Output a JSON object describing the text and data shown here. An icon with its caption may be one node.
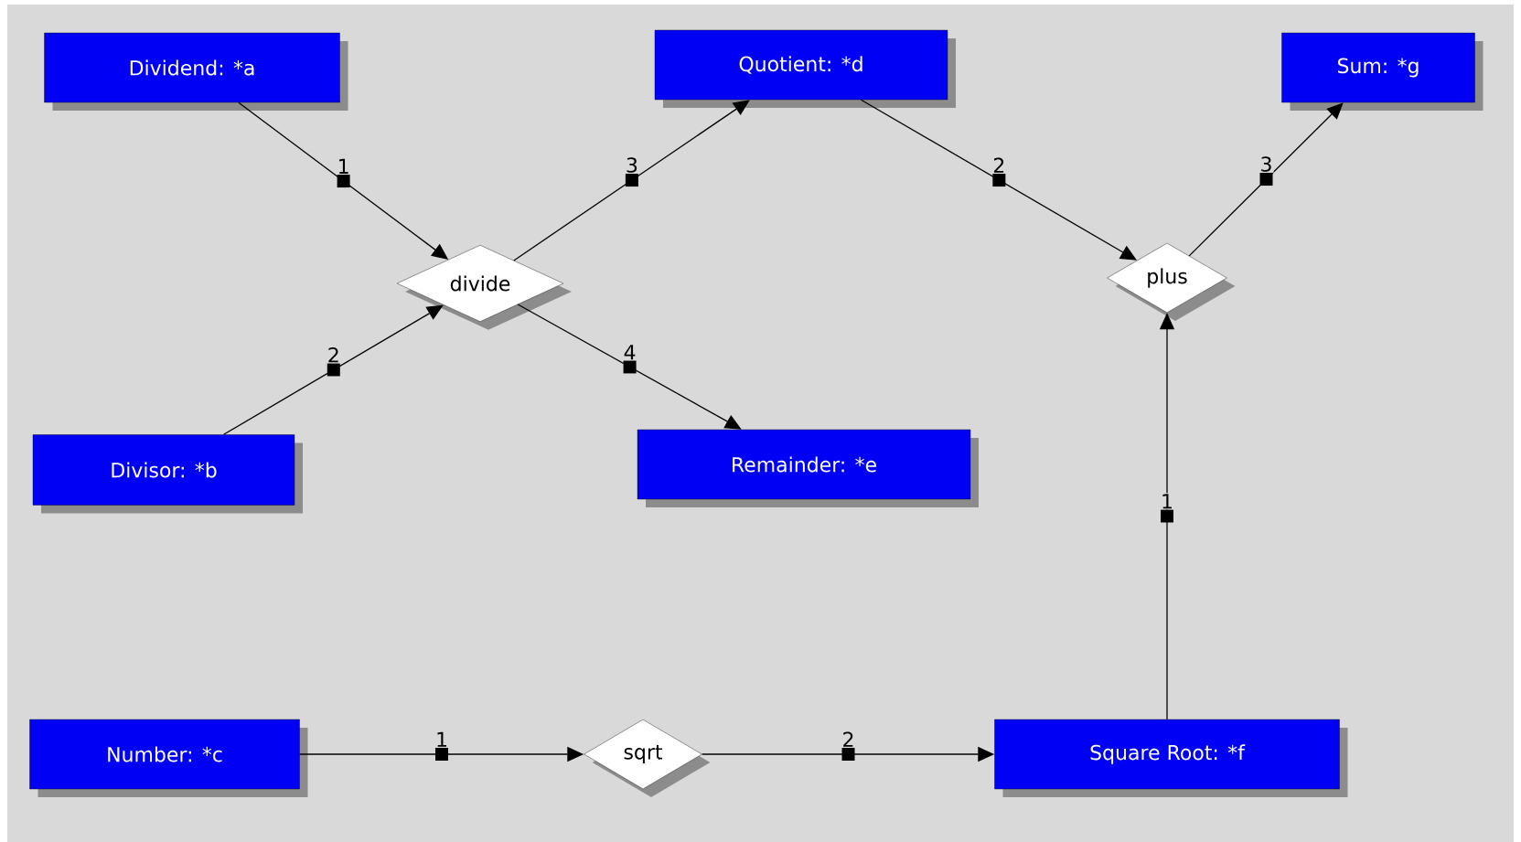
{
  "diagram": {
    "nodes": [
      {
        "text": [
          "Dividend: *a"
        ]
      },
      {
        "text": [
          "Quotient: *d"
        ]
      },
      {
        "text": [
          "Sum: *g"
        ]
      },
      {
        "text": [
          "divide"
        ]
      },
      {
        "text": [
          "plus"
        ]
      },
      {
        "text": [
          "Divisor: *b"
        ]
      },
      {
        "text": [
          "Remainder: *e"
        ]
      },
      {
        "text": [
          "Number: *c"
        ]
      },
      {
        "text": [
          "sqrt"
        ]
      },
      {
        "text": [
          "Square Root: *f"
        ]
      }
    ],
    "edges": [
      {
        "from": 0,
        "to": 3,
        "arrow": "to",
        "label": "1"
      },
      {
        "from": 5,
        "to": 3,
        "arrow": "to",
        "label": "2"
      },
      {
        "from": 3,
        "to": 1,
        "arrow": "to",
        "label": "3"
      },
      {
        "from": 3,
        "to": 6,
        "arrow": "to",
        "label": "4"
      },
      {
        "from": 1,
        "to": 4,
        "arrow": "to",
        "label": "2"
      },
      {
        "from": 9,
        "to": 4,
        "arrow": "to",
        "label": "1"
      },
      {
        "from": 4,
        "to": 2,
        "arrow": "to",
        "label": "3"
      },
      {
        "from": 7,
        "to": 8,
        "arrow": "to",
        "label": "1"
      },
      {
        "from": 8,
        "to": 9,
        "arrow": "to",
        "label": "2"
      }
    ]
  }
}
